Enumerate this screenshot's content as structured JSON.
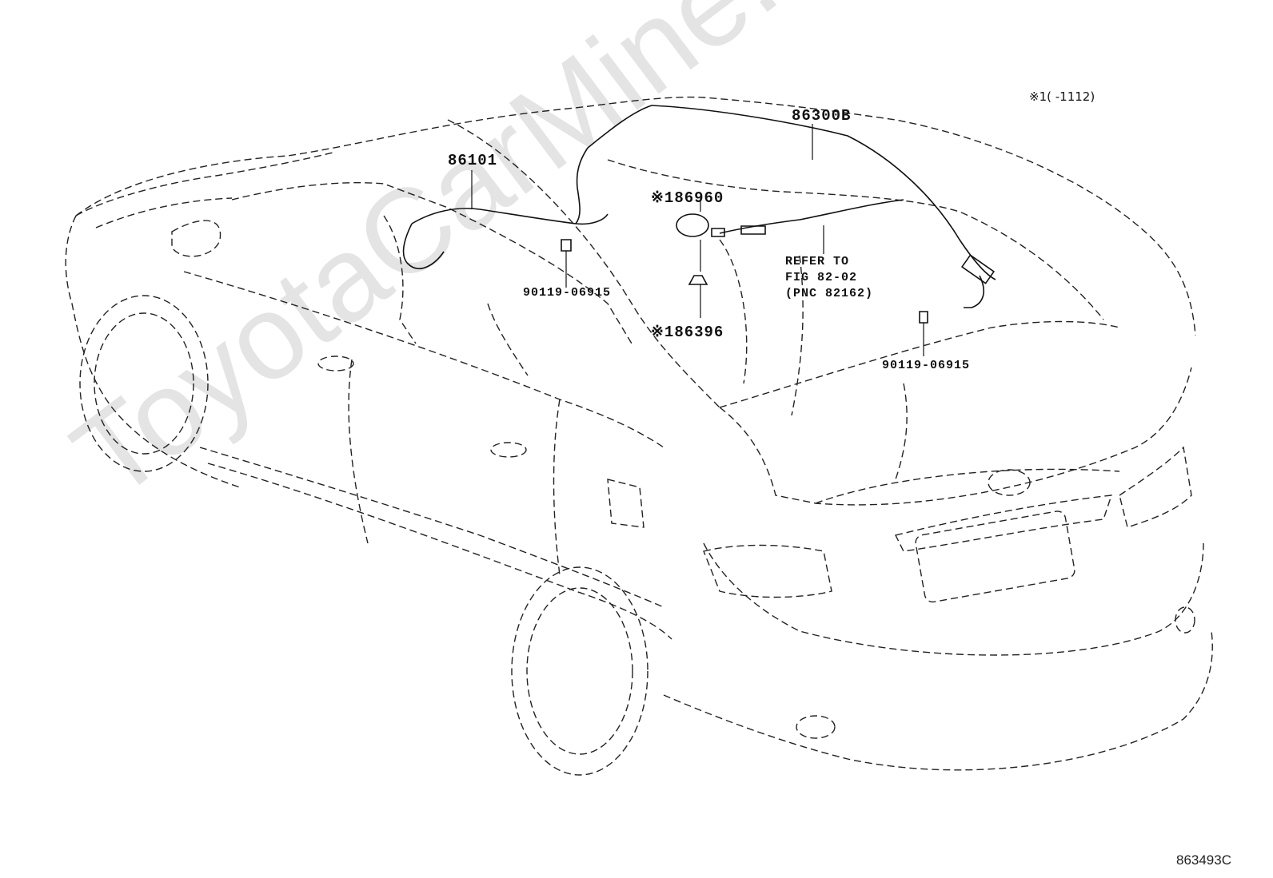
{
  "watermark": "ToyotaCarMine.ru",
  "note_top_right": "※1(      -1112)",
  "parts": {
    "wire_roof": "86300B",
    "wire_front": "86101",
    "antenna": "※186960",
    "antenna_base": "※186396",
    "bolt_front": "90119-06915",
    "bolt_rear": "90119-06915"
  },
  "refer_text": "REFER TO\nFIG 82-02\n(PNC 82162)",
  "illustration_code": "863493C"
}
